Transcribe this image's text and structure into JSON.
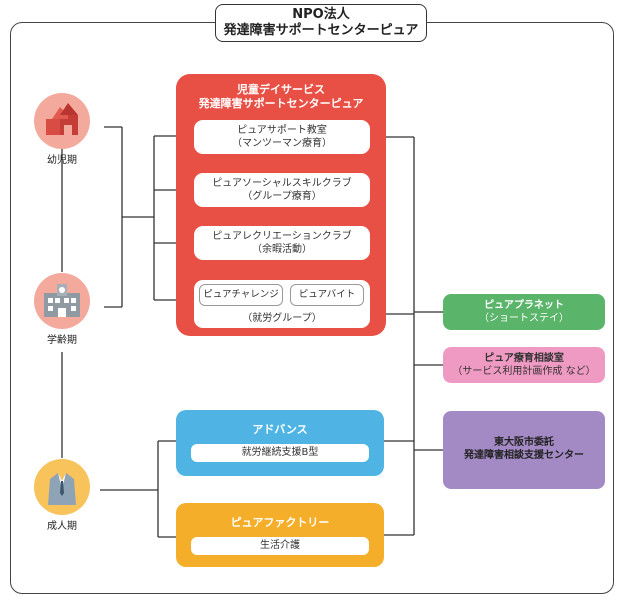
{
  "title": {
    "line1": "NPO法人",
    "line2": "発達障害サポートセンターピュア"
  },
  "stages": {
    "infant": {
      "label": "幼児期",
      "icon": "building-blocks-icon"
    },
    "school": {
      "label": "学齢期",
      "icon": "school-building-icon"
    },
    "adult": {
      "label": "成人期",
      "icon": "suit-jacket-icon"
    }
  },
  "children_service": {
    "title_line1": "児童デイサービス",
    "title_line2": "発達障害サポートセンターピュア",
    "programs": [
      {
        "name": "ピュアサポート教室",
        "sub": "（マンツーマン療育）"
      },
      {
        "name": "ピュアソーシャルスキルクラブ",
        "sub": "（グループ療育）"
      },
      {
        "name": "ピュアレクリエーションクラブ",
        "sub": "（余暇活動）"
      }
    ],
    "work_group": {
      "item1": "ピュアチャレンジ",
      "item2": "ピュアバイト",
      "label": "（就労グループ）"
    }
  },
  "advance": {
    "title": "アドバンス",
    "sub": "就労継続支援B型"
  },
  "factory": {
    "title": "ピュアファクトリー",
    "sub": "生活介護"
  },
  "right_services": {
    "planet": {
      "title": "ピュアプラネット",
      "sub": "（ショートステイ）"
    },
    "consult": {
      "title": "ピュア療育相談室",
      "sub": "（サービス利用計画作成 など）"
    },
    "center": {
      "line1": "東大阪市委託",
      "line2": "発達障害相談支援センター"
    }
  },
  "colors": {
    "red": "#e84f45",
    "blue": "#4fb4e3",
    "yellow": "#f5ae2a",
    "green": "#5ab56b",
    "pink": "#ef9ac2",
    "purple": "#a38ac4"
  }
}
